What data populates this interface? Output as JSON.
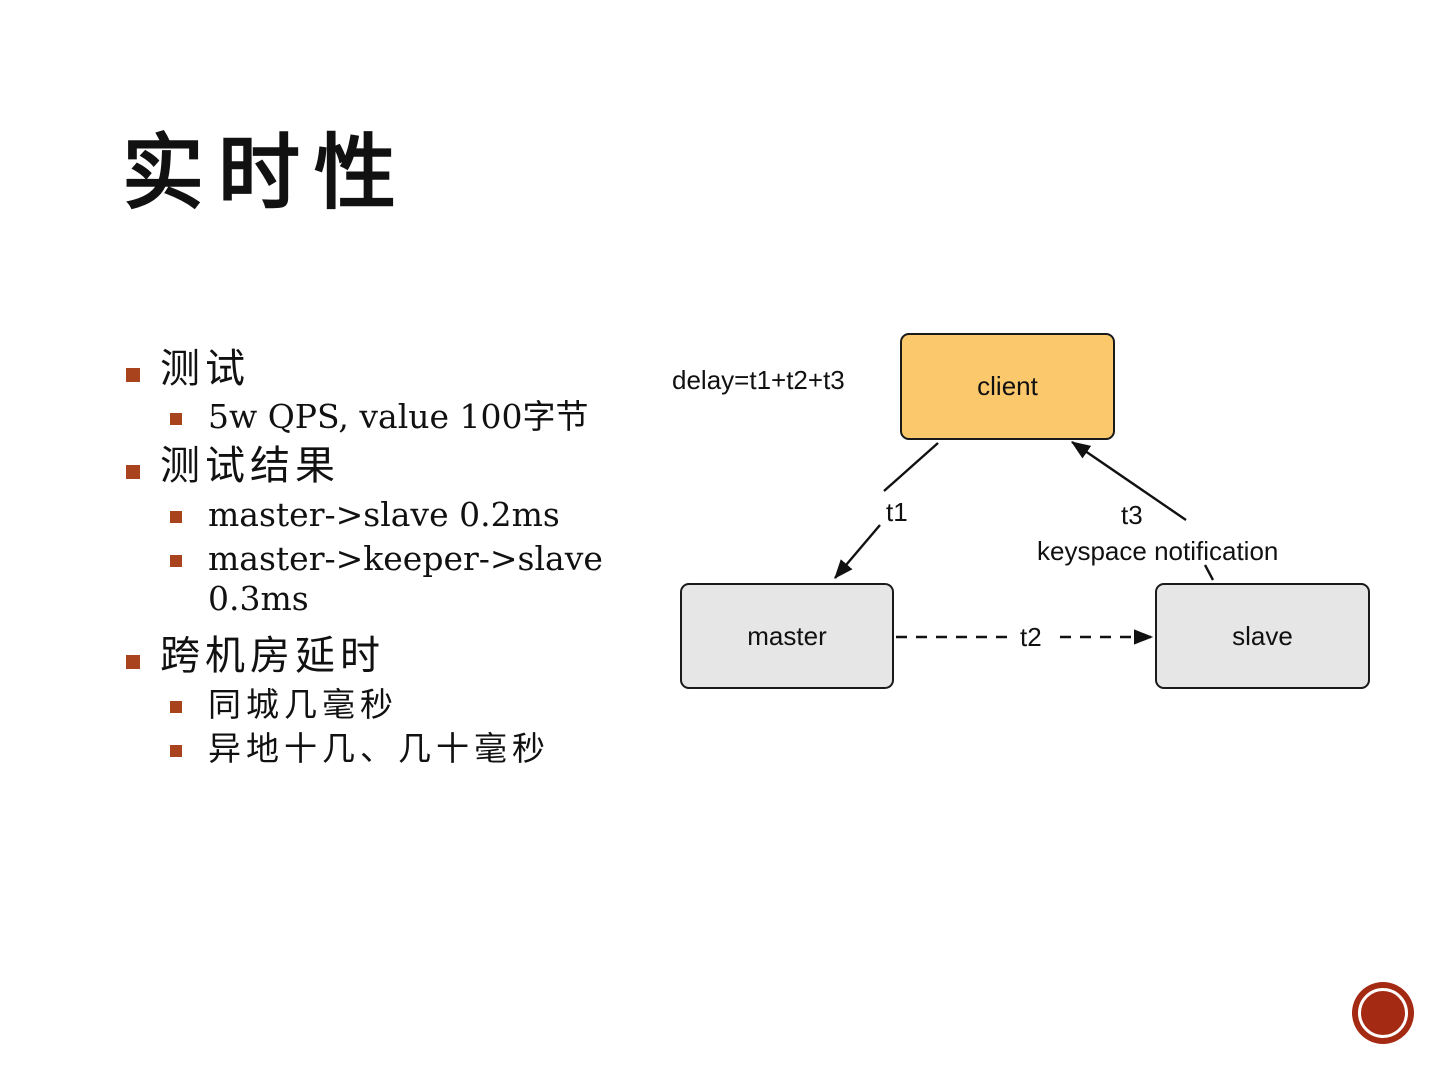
{
  "slide": {
    "title": "实时性",
    "background_color": "#ffffff",
    "bullet_color": "#A9431E",
    "text_color": "#111111"
  },
  "bullets": [
    {
      "level1": "测试",
      "children": [
        "5w QPS, value 100字节"
      ]
    },
    {
      "level1": "测试结果",
      "children": [
        "master->slave 0.2ms",
        "master->keeper->slave 0.3ms"
      ]
    },
    {
      "level1": "跨机房延时",
      "children": [
        "同城几毫秒",
        "异地十几、几十毫秒"
      ]
    }
  ],
  "diagram": {
    "nodes": [
      {
        "id": "client",
        "label": "client",
        "fill": "#FBC86B"
      },
      {
        "id": "master",
        "label": "master",
        "fill": "#E6E6E6"
      },
      {
        "id": "slave",
        "label": "slave",
        "fill": "#E6E6E6"
      }
    ],
    "labels": {
      "delay": "delay=t1+t2+t3",
      "t1": "t1",
      "t2": "t2",
      "t3": "t3",
      "keyspace": "keyspace notification"
    }
  },
  "logo": {
    "name": "round-red-logo",
    "color": "#A52A14"
  }
}
